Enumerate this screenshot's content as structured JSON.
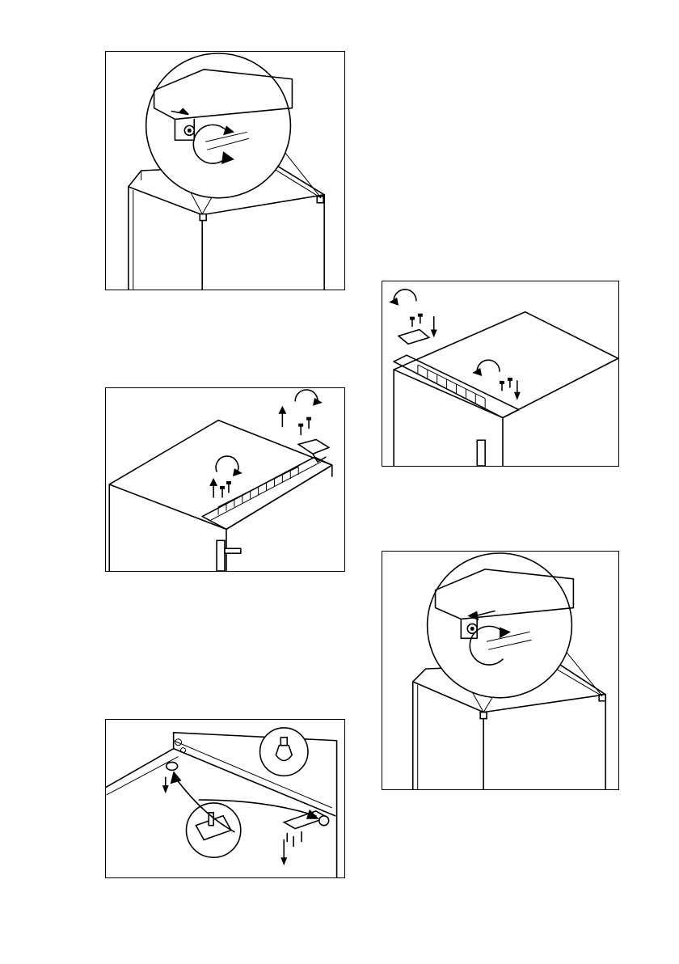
{
  "figures": [
    {
      "id": "fig1",
      "icon": "hinge-cover-remove-illustration"
    },
    {
      "id": "fig2",
      "icon": "top-hinge-unscrew-illustration"
    },
    {
      "id": "fig3",
      "icon": "bottom-hinge-swap-illustration"
    },
    {
      "id": "fig4",
      "icon": "top-hinge-refit-illustration"
    },
    {
      "id": "fig5",
      "icon": "hinge-cover-refit-illustration"
    }
  ],
  "colors": {
    "line": "#000000",
    "background": "#ffffff",
    "shade": "#e6e6e6"
  }
}
